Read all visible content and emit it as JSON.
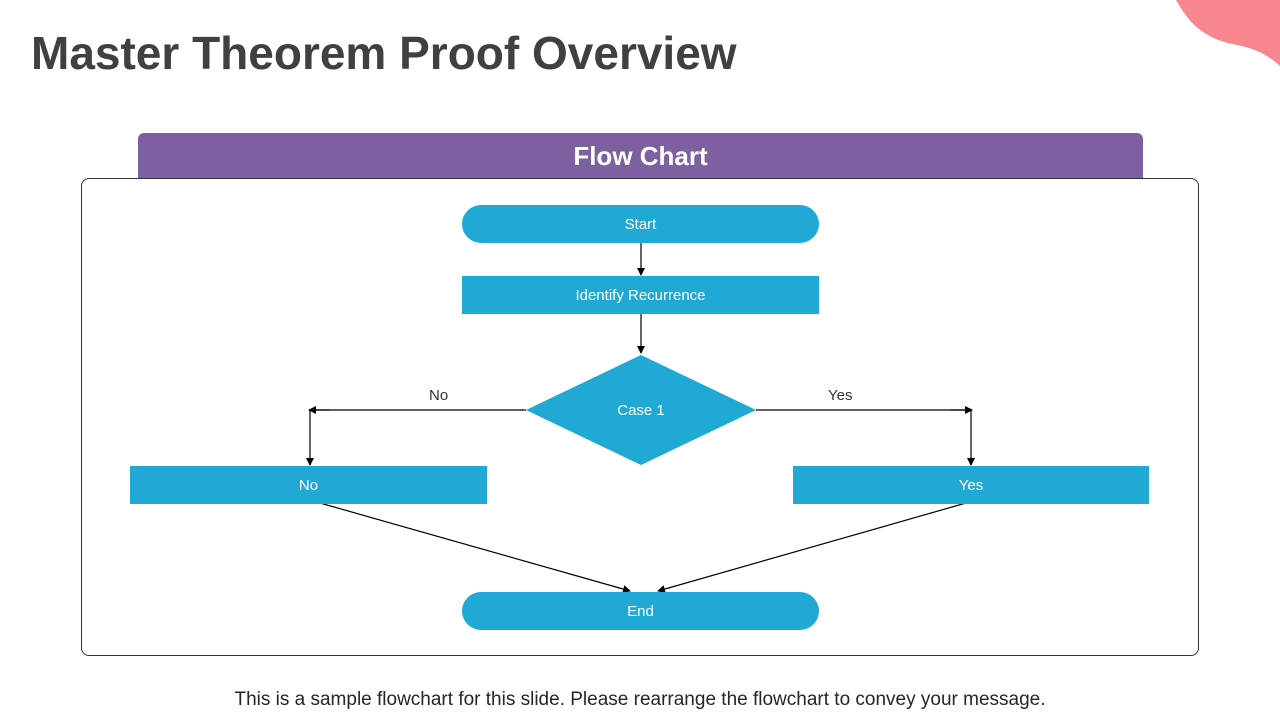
{
  "slide": {
    "title": "Master Theorem Proof Overview",
    "footer": "This is a sample flowchart for this slide. Please rearrange the flowchart to convey your message."
  },
  "flowchart": {
    "header": "Flow Chart",
    "nodes": {
      "start": "Start",
      "identify": "Identify Recurrence",
      "decision": "Case 1",
      "no_box": "No",
      "yes_box": "Yes",
      "end": "End"
    },
    "edge_labels": {
      "no": "No",
      "yes": "Yes"
    }
  },
  "colors": {
    "node_fill": "#21a9d6",
    "header_fill": "#7d60a0",
    "title_text": "#404040",
    "accent_blob": "#f7868f"
  }
}
